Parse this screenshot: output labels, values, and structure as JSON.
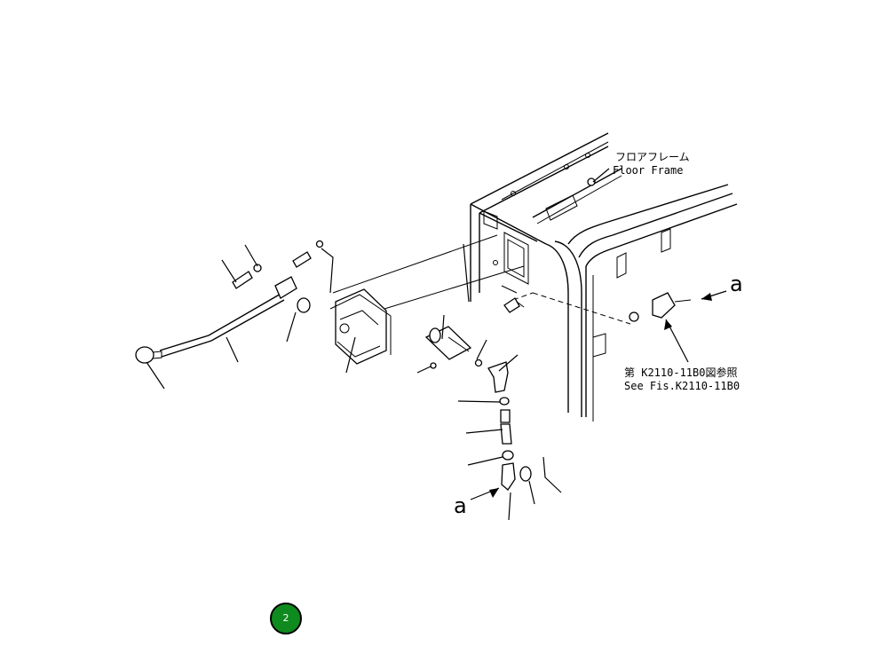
{
  "labels": {
    "floor_frame_jp": "フロアフレーム",
    "floor_frame_en": "Floor Frame",
    "see_fig_jp": "第 K2110-11B0図参照",
    "see_fig_en": "See Fis.K2110-11B0",
    "marker_a_top": "a",
    "marker_a_bottom": "a"
  },
  "page_badge": {
    "number": "2",
    "color": "#0f8a1e"
  }
}
